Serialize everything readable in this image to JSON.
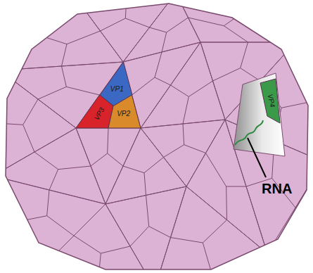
{
  "diagram": {
    "nodes": [
      {
        "text": [
          "VP1"
        ]
      },
      {
        "text": [
          "VP3"
        ]
      },
      {
        "text": [
          "VP2"
        ]
      },
      {
        "text": [
          "VP4"
        ]
      }
    ],
    "labels": [
      "RNA"
    ]
  }
}
